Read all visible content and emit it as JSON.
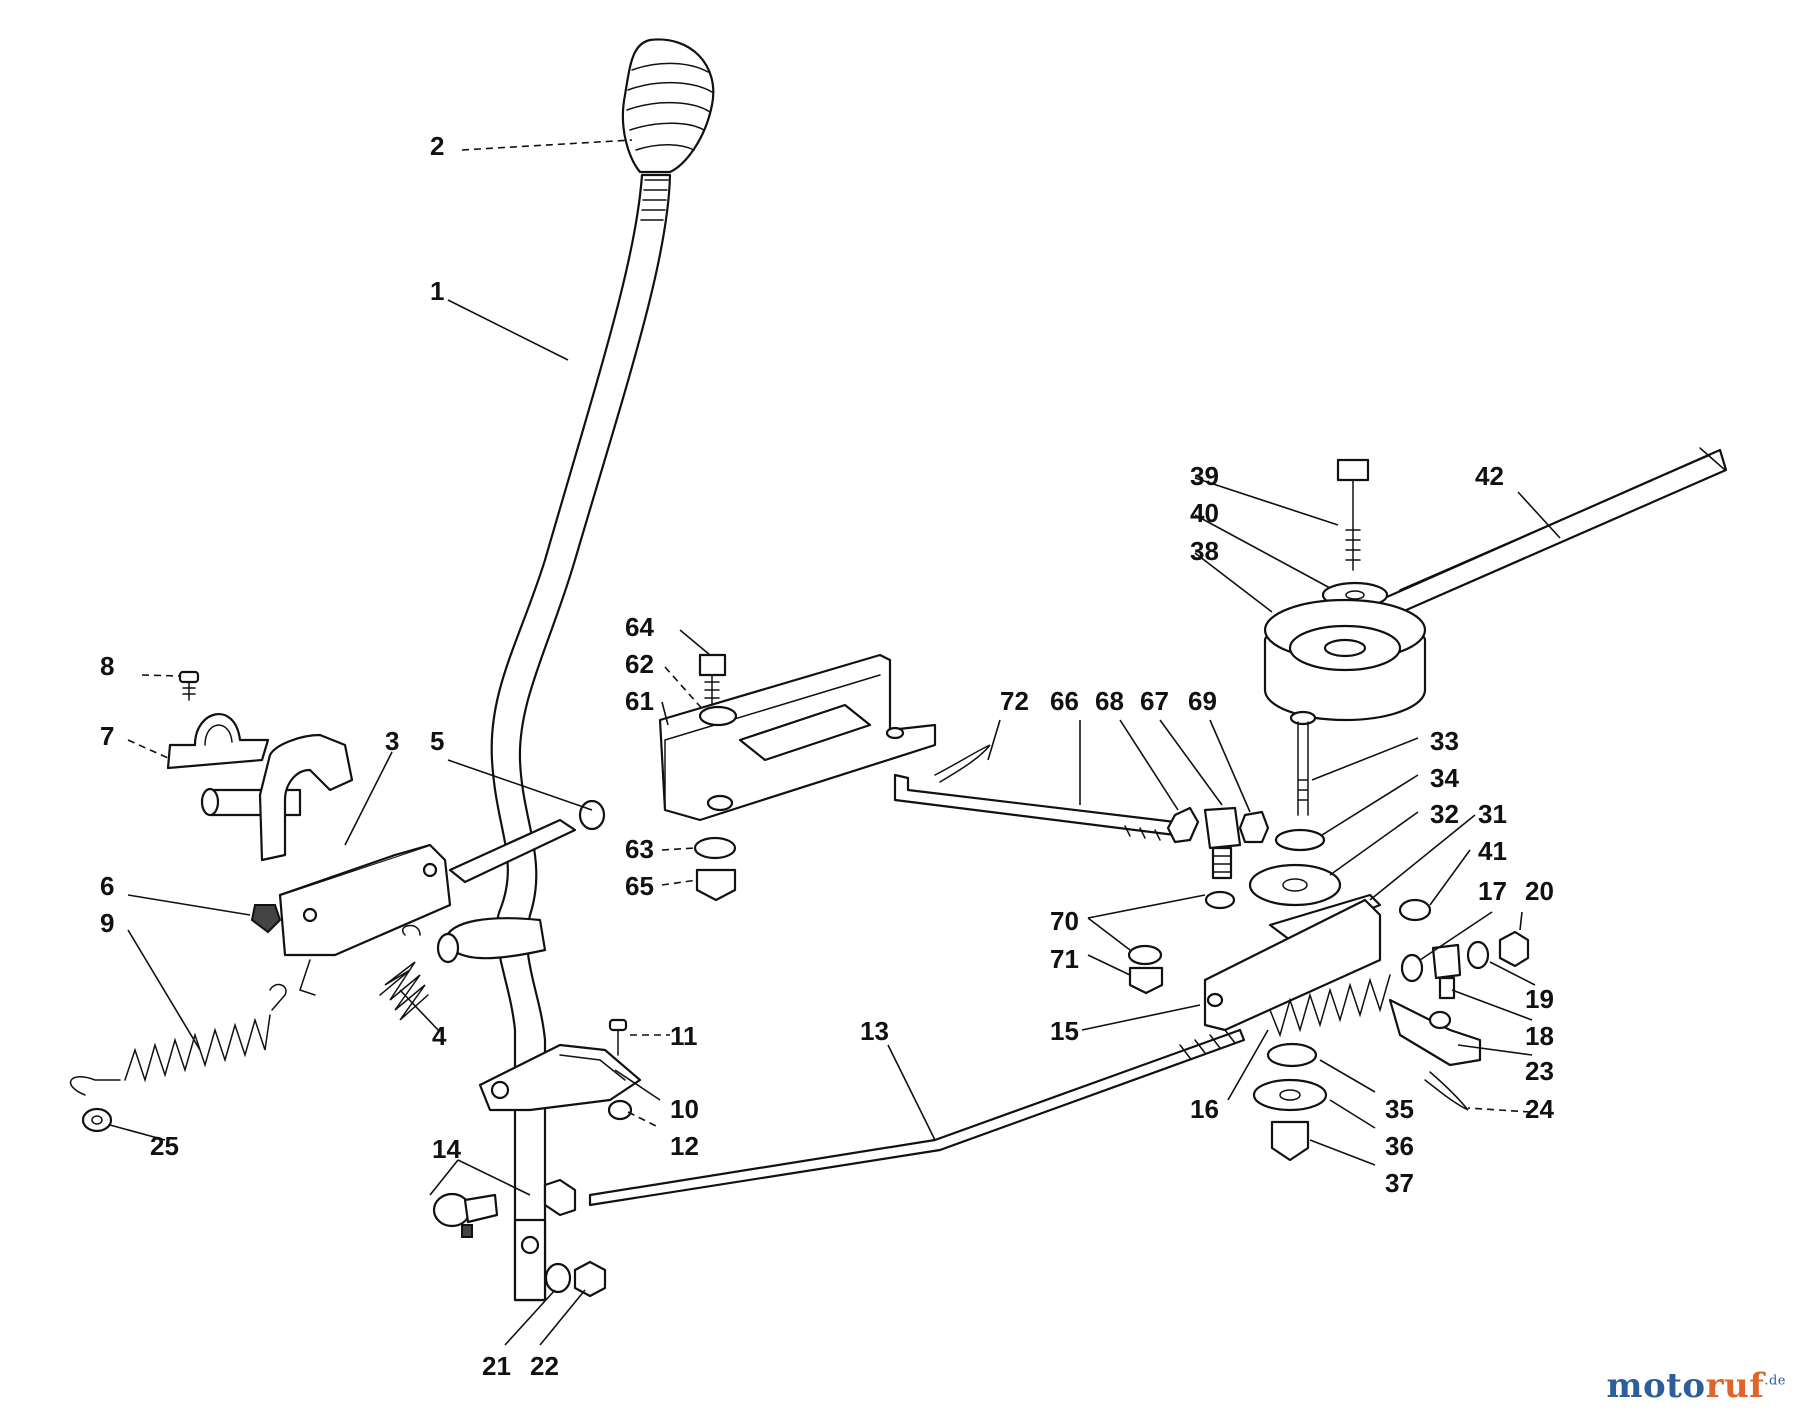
{
  "diagram": {
    "part_numbers": [
      "1",
      "2",
      "3",
      "4",
      "5",
      "6",
      "7",
      "8",
      "9",
      "10",
      "11",
      "12",
      "13",
      "14",
      "15",
      "16",
      "17",
      "18",
      "19",
      "20",
      "21",
      "22",
      "23",
      "24",
      "25",
      "31",
      "32",
      "33",
      "34",
      "35",
      "36",
      "37",
      "38",
      "39",
      "40",
      "41",
      "42",
      "61",
      "62",
      "63",
      "64",
      "65",
      "66",
      "67",
      "68",
      "69",
      "70",
      "71",
      "72"
    ]
  },
  "watermark": {
    "part1": "moto",
    "part2": "ruf",
    "part3": ".de"
  }
}
